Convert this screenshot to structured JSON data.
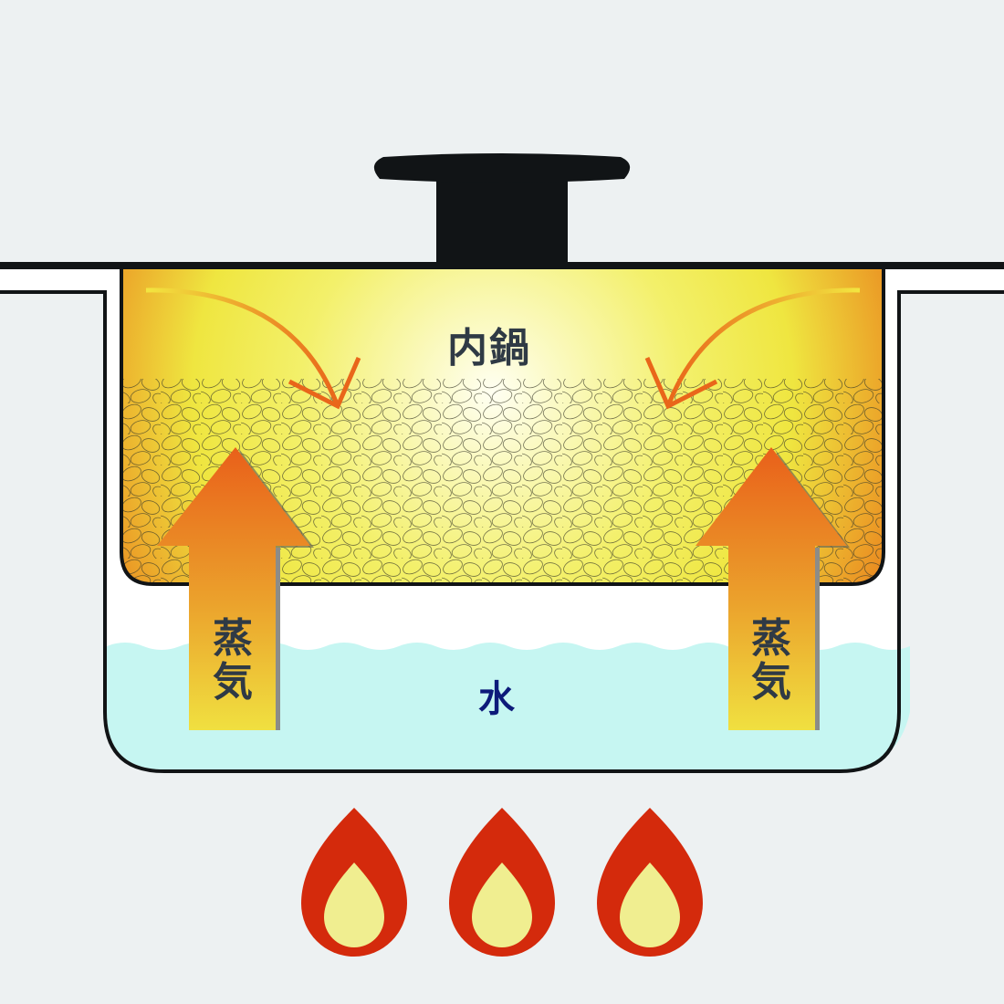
{
  "labels": {
    "inner_pot": "内鍋",
    "steam_left": [
      "蒸",
      "気"
    ],
    "steam_right": [
      "蒸",
      "気"
    ],
    "water": "水"
  },
  "colors": {
    "background": "#edf1f2",
    "outline": "#111416",
    "water": "#c6f6f2",
    "flame_outer": "#d42a0c",
    "flame_inner": "#f0ee90",
    "arrow_top": "#e9661a",
    "arrow_bottom": "#f0e040",
    "text": "#2f3a45",
    "water_text": "#0d1a7a"
  }
}
